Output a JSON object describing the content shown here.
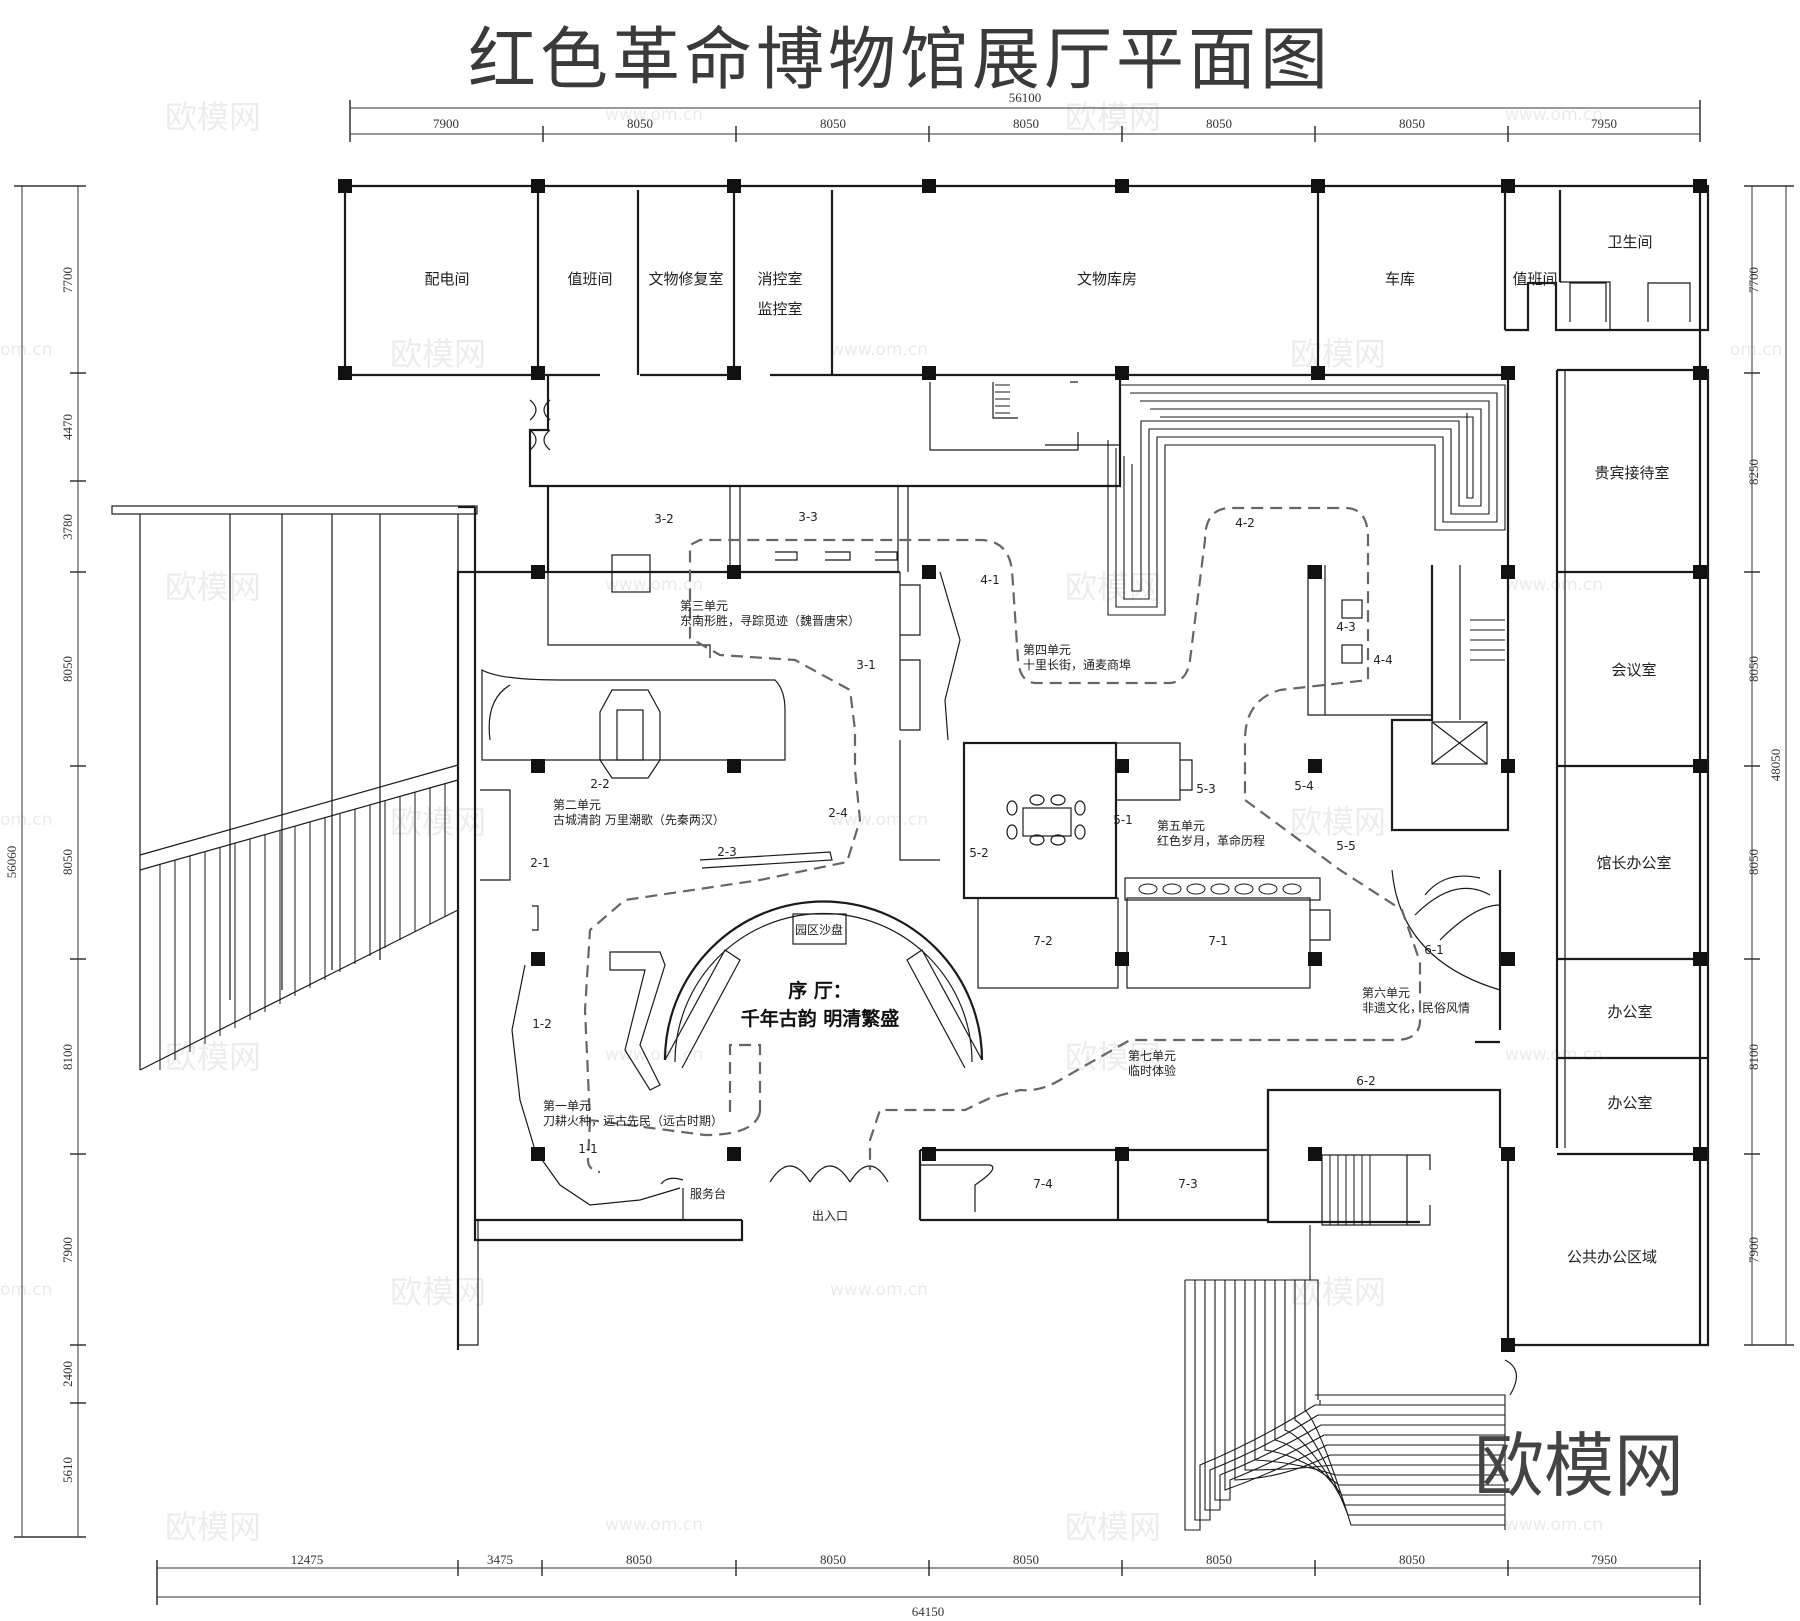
{
  "title": "红色革命博物馆展厅平面图",
  "top_total": "56100",
  "top_dims": [
    "7900",
    "8050",
    "8050",
    "8050",
    "8050",
    "8050",
    "7950"
  ],
  "bottom_total": "64150",
  "bottom_dims": [
    "12475",
    "3475",
    "8050",
    "8050",
    "8050",
    "8050",
    "8050",
    "7950"
  ],
  "left_dims": [
    "7700",
    "4470",
    "3780",
    "8050",
    "8050",
    "8100",
    "7900",
    "2400",
    "5610"
  ],
  "left_total": "56060",
  "right_dims": [
    "7700",
    "8250",
    "8050",
    "8050",
    "8100",
    "7900"
  ],
  "right_total": "48050",
  "rooms": {
    "power": "配电间",
    "duty1": "值班间",
    "restore": "文物修复室",
    "fire1": "消控室",
    "fire2": "监控室",
    "storage": "文物库房",
    "garage": "车库",
    "duty2": "值班间",
    "toilet": "卫生间",
    "vip": "贵宾接待室",
    "meeting": "会议室",
    "director": "馆长办公室",
    "office1": "办公室",
    "office2": "办公室",
    "public_office": "公共办公区域",
    "service": "服务台",
    "entrance": "出入口",
    "sandtable": "园区沙盘"
  },
  "lobby": {
    "line1": "序  厅：",
    "line2": "千年古韵  明清繁盛"
  },
  "units": [
    {
      "line1": "第一单元",
      "line2": "刀耕火种，远古先民（远古时期）"
    },
    {
      "line1": "第二单元",
      "line2": "古城清韵  万里潮歌（先秦两汉）"
    },
    {
      "line1": "第三单元",
      "line2": "东南形胜，寻踪觅迹（魏晋唐宋）"
    },
    {
      "line1": "第四单元",
      "line2": "十里长街，通麦商埠"
    },
    {
      "line1": "第五单元",
      "line2": "红色岁月，革命历程"
    },
    {
      "line1": "第六单元",
      "line2": "非遗文化，民俗风情"
    },
    {
      "line1": "第七单元",
      "line2": "临时体验"
    }
  ],
  "zones": [
    "1-1",
    "1-2",
    "2-1",
    "2-2",
    "2-3",
    "2-4",
    "3-1",
    "3-2",
    "3-3",
    "4-1",
    "4-2",
    "4-3",
    "4-4",
    "5-1",
    "5-2",
    "5-3",
    "5-4",
    "5-5",
    "6-1",
    "6-2",
    "7-1",
    "7-2",
    "7-3",
    "7-4"
  ],
  "watermark": "欧模网",
  "watermark_url": "www.om.cn",
  "watermark_url2": "om.cn"
}
